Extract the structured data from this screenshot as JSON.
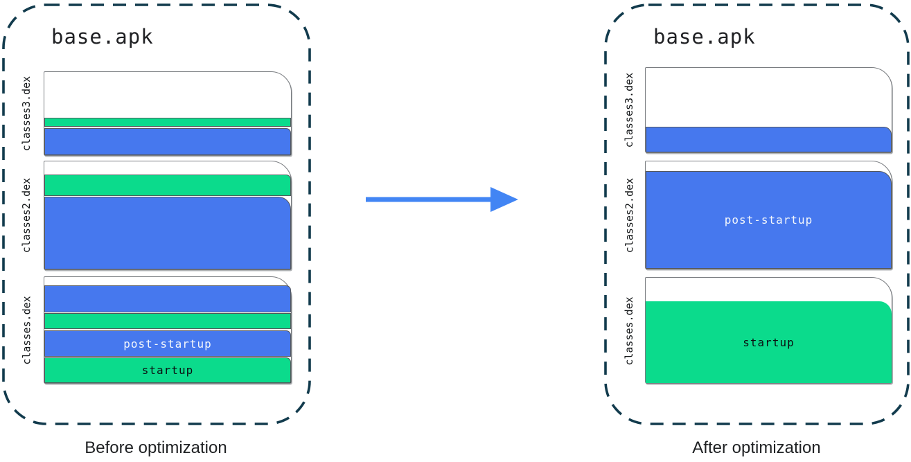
{
  "colors": {
    "startup_green": "#0BDB8C",
    "post_startup_blue": "#4678EE",
    "arrow_blue": "#4285F4",
    "dashed_outline": "#123B4D",
    "page_border": "#797C80",
    "text": "#202124"
  },
  "before": {
    "title": "base.apk",
    "caption": "Before optimization",
    "files": [
      {
        "label": "classes3.dex"
      },
      {
        "label": "classes2.dex"
      },
      {
        "label": "classes.dex",
        "post_startup_label": "post-startup",
        "startup_label": "startup"
      }
    ]
  },
  "after": {
    "title": "base.apk",
    "caption": "After optimization",
    "files": [
      {
        "label": "classes3.dex"
      },
      {
        "label": "classes2.dex",
        "post_startup_label": "post-startup"
      },
      {
        "label": "classes.dex",
        "startup_label": "startup"
      }
    ]
  }
}
